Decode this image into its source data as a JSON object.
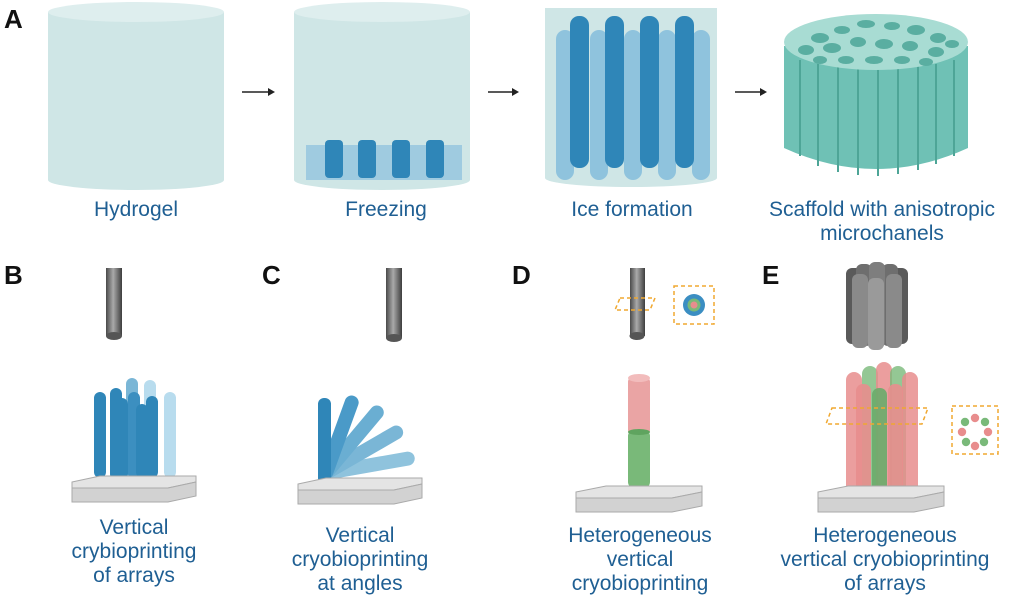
{
  "panels": {
    "a": {
      "letter": "A",
      "steps": [
        "Hydrogel",
        "Freezing",
        "Ice formation"
      ],
      "scaffold_line1": "Scaffold with anisotropic",
      "scaffold_line2": "microchanels"
    },
    "b": {
      "letter": "B",
      "line1": "Vertical",
      "line2": "crybioprinting",
      "line3": "of arrays"
    },
    "c": {
      "letter": "C",
      "line1": "Vertical",
      "line2": "cryobioprinting",
      "line3": "at angles"
    },
    "d": {
      "letter": "D",
      "line1": "Heterogeneous",
      "line2": "vertical",
      "line3": "cryobioprinting"
    },
    "e": {
      "letter": "E",
      "line1": "Heterogeneous",
      "line2": "vertical cryobioprinting",
      "line3": "of arrays"
    }
  },
  "colors": {
    "hydrogel": "#cfe6e6",
    "ice_dark": "#2f86b8",
    "ice_light": "#8fc3dd",
    "scaffold": "#6fc1b5",
    "nozzle": "#6b6b6b",
    "bioink_red": "#e88d8d",
    "bioink_green": "#79b979",
    "caption": "#1f5f93",
    "dashed_box": "#f0a830"
  }
}
